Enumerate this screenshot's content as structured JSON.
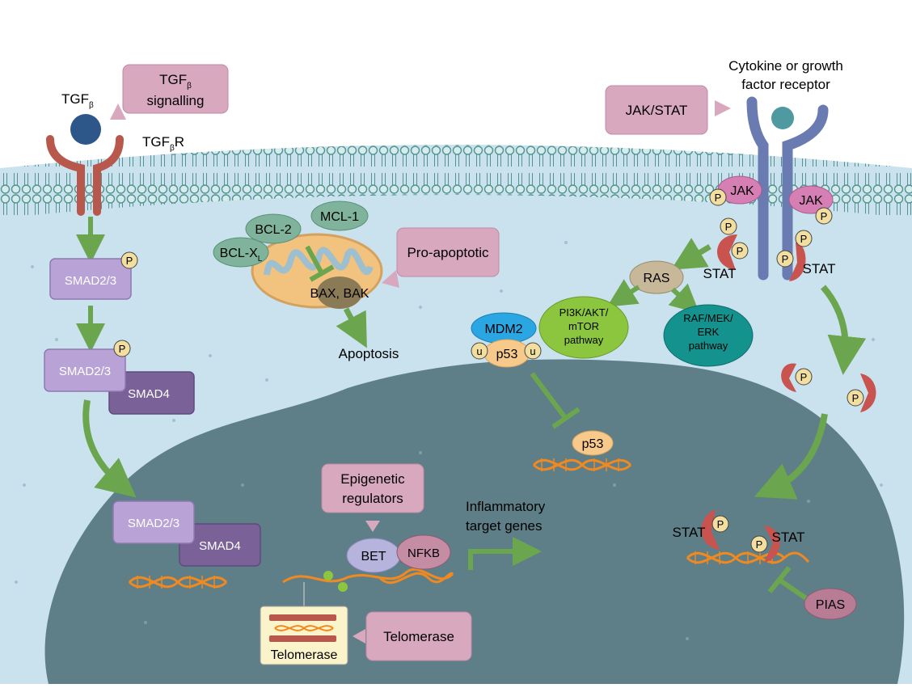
{
  "tgf": {
    "ligand": "TGF",
    "ligand_sub": "β",
    "receptor": "TGF",
    "receptor_sub": "β",
    "receptor_suffix": "R",
    "box_line1": "TGF",
    "box_line1_sub": "β",
    "box_line2": "signalling"
  },
  "smad": {
    "smad23_a": "SMAD2/3",
    "smad23_b": "SMAD2/3",
    "smad4_b": "SMAD4",
    "smad23_c": "SMAD2/3",
    "smad4_c": "SMAD4"
  },
  "phospho": "P",
  "ubiquitin": "u",
  "mito": {
    "bcl2": "BCL-2",
    "mcl1": "MCL-1",
    "bclx": "BCL-X",
    "bclx_sub": "L",
    "baxbak": "BAX, BAK",
    "apoptosis": "Apoptosis",
    "pro_apoptotic": "Pro-apoptotic"
  },
  "jakstat": {
    "receptor_line1": "Cytokine or growth",
    "receptor_line2": "factor receptor",
    "box": "JAK/STAT",
    "jak_left": "JAK",
    "jak_right": "JAK",
    "stat_left": "STAT",
    "stat_right": "STAT",
    "stat_dna_left": "STAT",
    "stat_dna_right": "STAT",
    "pias": "PIAS"
  },
  "ras": {
    "ras": "RAS",
    "pi3k_line1": "PI3K/AKT/",
    "pi3k_line2": "mTOR",
    "pi3k_line3": "pathway",
    "raf_line1": "RAF/MEK/",
    "raf_line2": "ERK",
    "raf_line3": "pathway"
  },
  "p53": {
    "mdm2": "MDM2",
    "p53": "p53",
    "p53_dna": "p53"
  },
  "nucleus": {
    "epi_line1": "Epigenetic",
    "epi_line2": "regulators",
    "bet": "BET",
    "nfkb": "NFKB",
    "infl_line1": "Inflammatory",
    "infl_line2": "target genes",
    "telomerase_box": "Telomerase",
    "telomerase_inset": "Telomerase"
  },
  "colors": {
    "cell": "#c9e2ee",
    "nucleus": "#5f7f88",
    "membrane": "#6fa8a0",
    "pink_box": "#d8a8bf",
    "arrow": "#6ba64f",
    "smad23": "#b9a2d6",
    "smad4": "#7a6198",
    "dna": "#f0891f",
    "stat": "#c9534f",
    "jak": "#d67fb5",
    "receptor_blue": "#6a7bb1",
    "tgfr": "#b8584d"
  }
}
